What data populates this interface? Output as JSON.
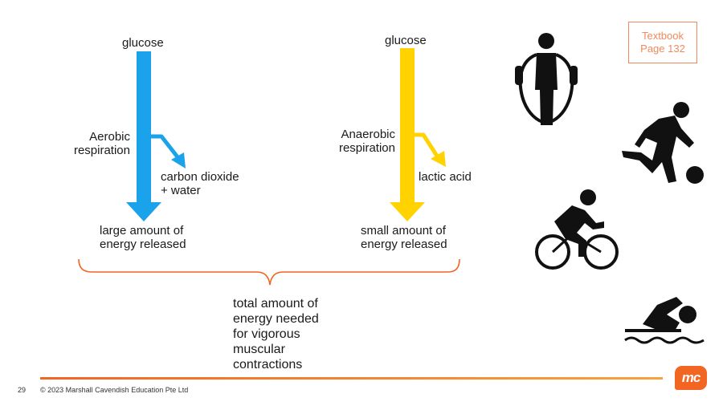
{
  "aerobic": {
    "input": "glucose",
    "process": [
      "Aerobic",
      "respiration"
    ],
    "byproduct": [
      "carbon dioxide",
      "+ water"
    ],
    "output": [
      "large amount of",
      "energy released"
    ]
  },
  "anaerobic": {
    "input": "glucose",
    "process": [
      "Anaerobic",
      "respiration"
    ],
    "byproduct": [
      "lactic acid"
    ],
    "output": [
      "small amount of",
      "energy released"
    ]
  },
  "combined": [
    "total amount of",
    "energy needed",
    "for vigorous",
    "muscular",
    "contractions"
  ],
  "textbook": [
    "Textbook",
    "Page 132"
  ],
  "footer": {
    "page_number": "29",
    "copyright": "© 2023 Marshall Cavendish Education Pte Ltd",
    "logo": "mc"
  },
  "icons": [
    "skipping-rope-icon",
    "football-player-icon",
    "cyclist-icon",
    "swimmer-icon"
  ],
  "colors": {
    "aerobic_arrow": "#1aa3ea",
    "anaerobic_arrow": "#ffd200",
    "brace": "#f26522",
    "accent": "#f26522"
  }
}
